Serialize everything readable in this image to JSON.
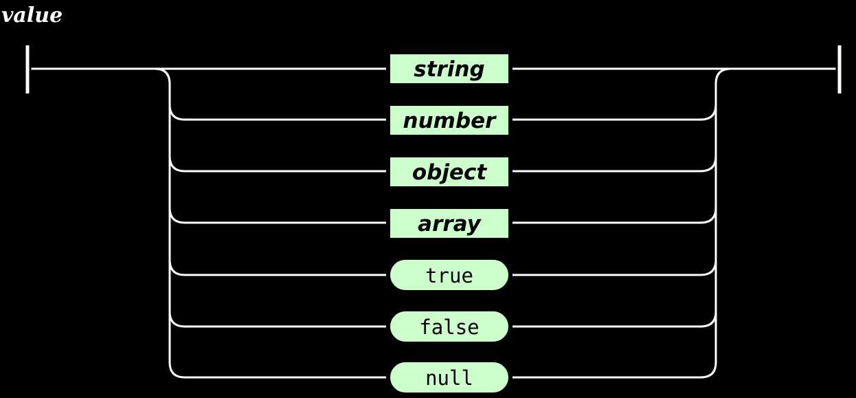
{
  "diagram": {
    "kind": "railroad-syntax-diagram",
    "title": "value",
    "background_color": "#000000",
    "track_color": "#ffffff",
    "node_fill_color": "#ccffcc",
    "node_stroke_color": "#000000",
    "text_color": "#000000",
    "title_color": "#ffffff",
    "entry_marker": "start-bar",
    "exit_marker": "end-bar",
    "structure": "choice",
    "alternatives": [
      {
        "label": "string",
        "node_type": "nonterminal",
        "shape": "rectangle",
        "row": 1
      },
      {
        "label": "number",
        "node_type": "nonterminal",
        "shape": "rectangle",
        "row": 2
      },
      {
        "label": "object",
        "node_type": "nonterminal",
        "shape": "rectangle",
        "row": 3
      },
      {
        "label": "array",
        "node_type": "nonterminal",
        "shape": "rectangle",
        "row": 4
      },
      {
        "label": "true",
        "node_type": "terminal",
        "shape": "pill",
        "row": 5
      },
      {
        "label": "false",
        "node_type": "terminal",
        "shape": "pill",
        "row": 6
      },
      {
        "label": "null",
        "node_type": "terminal",
        "shape": "pill",
        "row": 7
      }
    ]
  }
}
